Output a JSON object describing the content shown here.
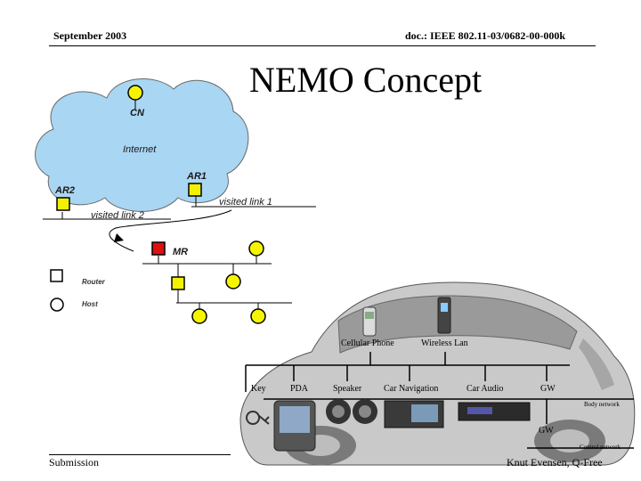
{
  "header": {
    "date": "September 2003",
    "doc": "doc.: IEEE 802.11-03/0682-00-000k"
  },
  "slide": {
    "title": "NEMO Concept"
  },
  "footer": {
    "left": "Submission",
    "right": "Knut Evensen, Q-Free"
  },
  "network": {
    "cloud_label": "Internet",
    "nodes": {
      "cn": "CN",
      "ar1": "AR1",
      "ar2": "AR2",
      "mr": "MR"
    },
    "links": {
      "visited1": "visited link 1",
      "visited2": "visited link 2"
    },
    "legend": {
      "router": "Router",
      "host": "Host"
    }
  },
  "car": {
    "top_labels": [
      "Cellular Phone",
      "Wireless Lan"
    ],
    "bus_labels": [
      "Key",
      "PDA",
      "Speaker",
      "Car Navigation",
      "Car Audio",
      "GW"
    ],
    "gw2": "GW",
    "body_network": "Body network",
    "control_network": "Control network"
  },
  "colors": {
    "cloud": "#a9d6f2",
    "router": "#f2f200",
    "mobile_router": "#dd1010",
    "host": "#f5f500"
  }
}
